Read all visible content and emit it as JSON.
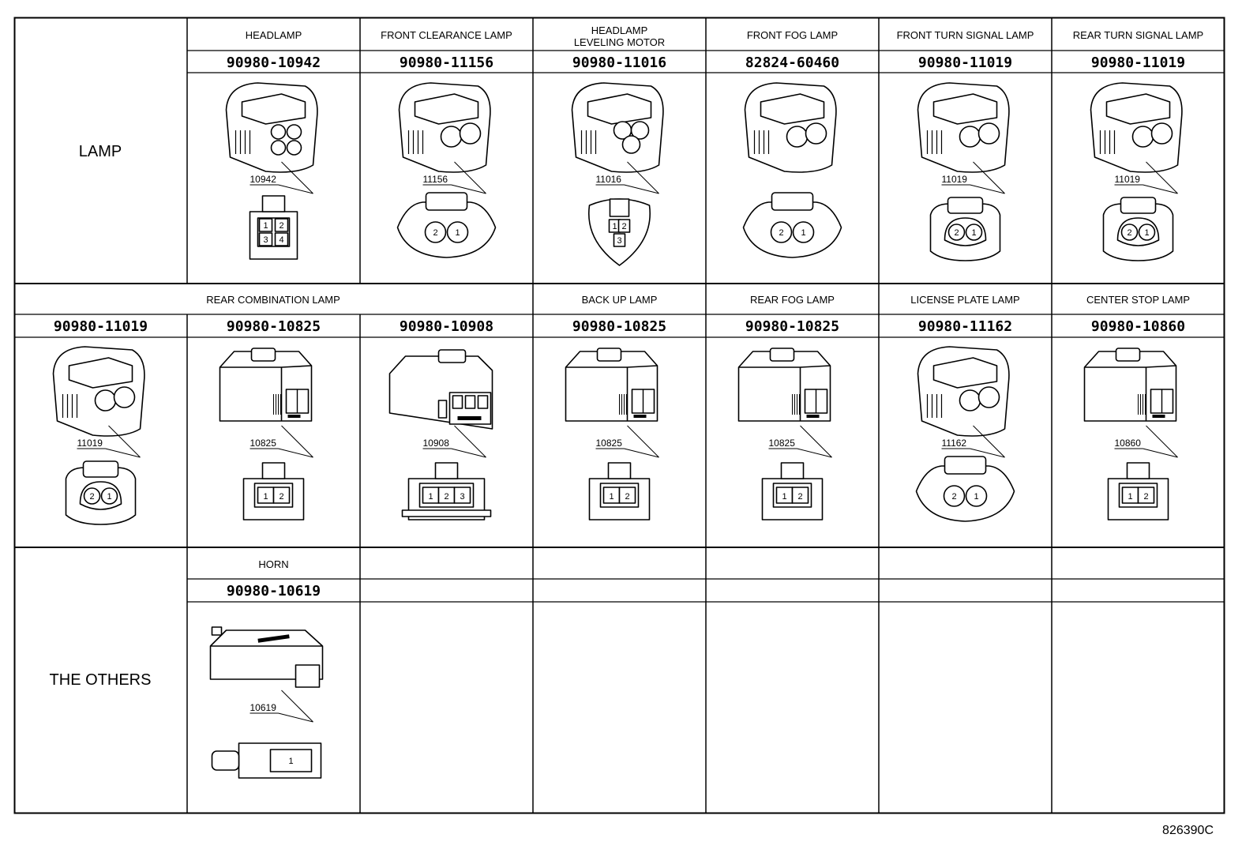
{
  "figure_id": "826390C",
  "categories": {
    "lamp": "LAMP",
    "others": "THE OTHERS"
  },
  "row1": [
    {
      "name": "HEADLAMP",
      "part": "90980-10942",
      "code": "10942",
      "pins": [
        "1",
        "2",
        "3",
        "4"
      ]
    },
    {
      "name": "FRONT CLEARANCE LAMP",
      "part": "90980-11156",
      "code": "11156",
      "pins": [
        "2",
        "1"
      ]
    },
    {
      "name": "HEADLAMP",
      "name2": "LEVELING MOTOR",
      "part": "90980-11016",
      "code": "11016",
      "pins": [
        "1",
        "2",
        "3"
      ]
    },
    {
      "name": "FRONT FOG LAMP",
      "part": "82824-60460",
      "code": "",
      "pins": [
        "2",
        "1"
      ]
    },
    {
      "name": "FRONT TURN SIGNAL LAMP",
      "part": "90980-11019",
      "code": "11019",
      "pins": [
        "2",
        "1"
      ]
    },
    {
      "name": "REAR TURN SIGNAL LAMP",
      "part": "90980-11019",
      "code": "11019",
      "pins": [
        "2",
        "1"
      ]
    }
  ],
  "row2_span": "REAR COMBINATION LAMP",
  "row2": [
    {
      "name": "",
      "part": "90980-11019",
      "code": "11019",
      "pins": [
        "2",
        "1"
      ]
    },
    {
      "name": "",
      "part": "90980-10825",
      "code": "10825",
      "pins": [
        "1",
        "2"
      ]
    },
    {
      "name": "",
      "part": "90980-10908",
      "code": "10908",
      "pins": [
        "1",
        "2",
        "3"
      ]
    },
    {
      "name": "BACK UP LAMP",
      "part": "90980-10825",
      "code": "10825",
      "pins": [
        "1",
        "2"
      ]
    },
    {
      "name": "REAR FOG LAMP",
      "part": "90980-10825",
      "code": "10825",
      "pins": [
        "1",
        "2"
      ]
    },
    {
      "name": "LICENSE PLATE LAMP",
      "part": "90980-11162",
      "code": "11162",
      "pins": [
        "2",
        "1"
      ]
    },
    {
      "name": "CENTER STOP LAMP",
      "part": "90980-10860",
      "code": "10860",
      "pins": [
        "1",
        "2"
      ]
    }
  ],
  "row3": [
    {
      "name": "HORN",
      "part": "90980-10619",
      "code": "10619",
      "pins": [
        "1"
      ]
    }
  ]
}
